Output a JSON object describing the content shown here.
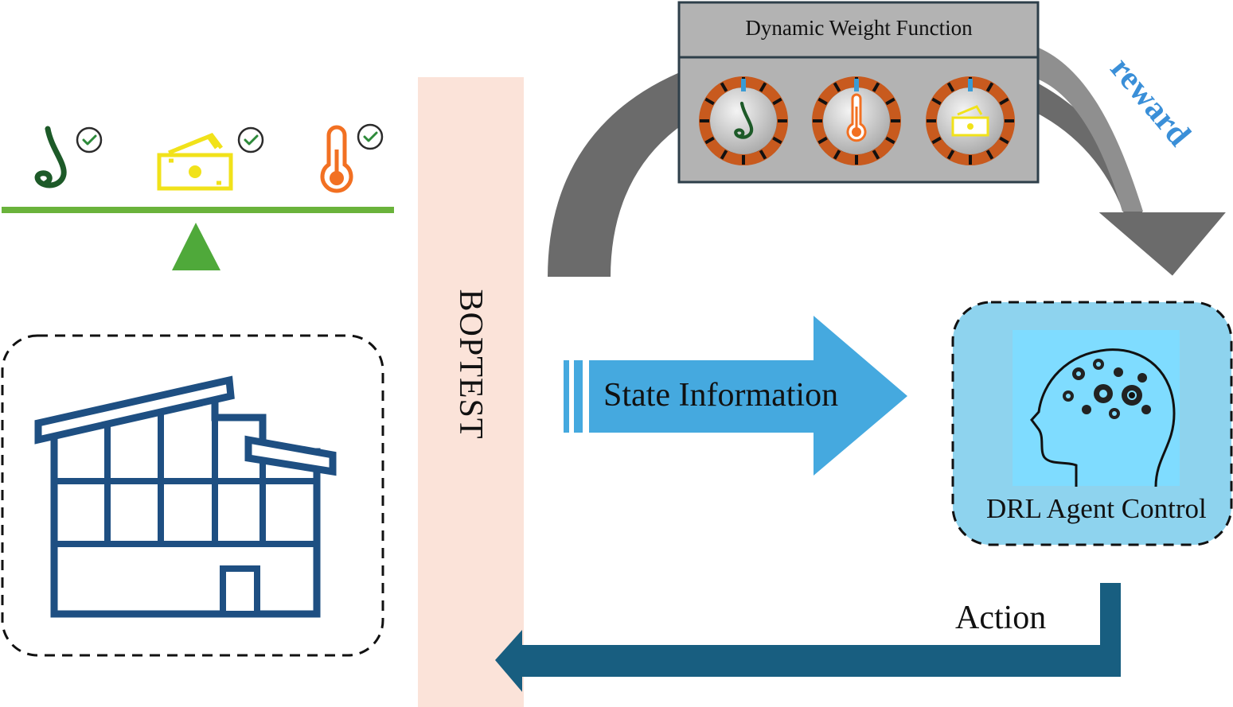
{
  "diagram": {
    "boptest_label": "BOPTEST",
    "dynamic_weight_function_title": "Dynamic Weight Function",
    "reward_label": "reward",
    "state_information_label": "State Information",
    "drl_agent_label": "DRL Agent Control",
    "action_label": "Action",
    "colors": {
      "boptest_bar": "#fbe3d9",
      "curved_arrow": "#6b6b6b",
      "weight_box": "#b3b3b3",
      "weight_box_border": "#2e3f4a",
      "dial_ring": "#c85a1e",
      "state_arrow": "#45a9df",
      "action_arrow": "#185e80",
      "agent_panel": "#8ed3ee",
      "building": "#1e4f82",
      "balance_bar": "#6ab33b",
      "balance_fulcrum": "#4fa93a",
      "nose_icon": "#1d5a28",
      "money_icon": "#f1e21a",
      "thermometer_icon": "#f27022",
      "reward_text": "#3a8fd8"
    },
    "objectives": [
      {
        "icon": "nose-icon",
        "status": "check-icon"
      },
      {
        "icon": "money-icon",
        "status": "check-icon"
      },
      {
        "icon": "thermometer-icon",
        "status": "check-icon"
      }
    ],
    "dials": [
      "nose-icon",
      "thermometer-icon",
      "money-icon"
    ]
  }
}
